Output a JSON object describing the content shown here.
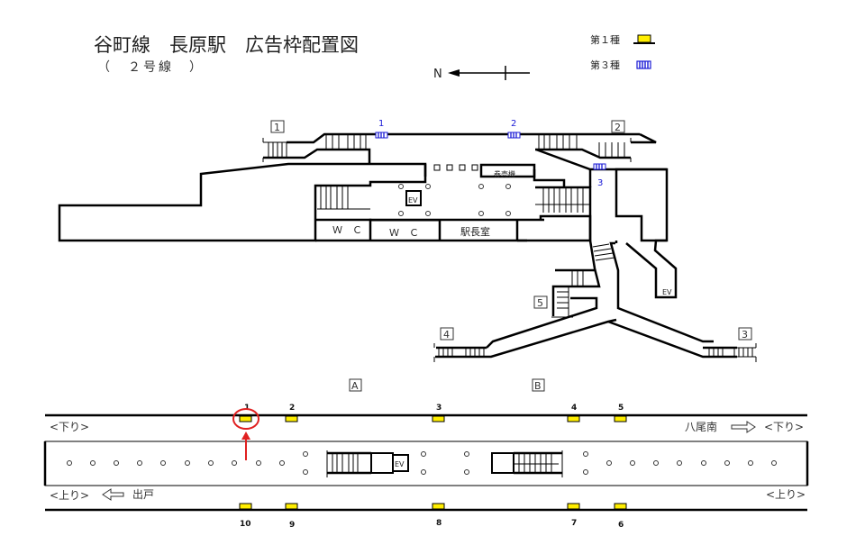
{
  "header": {
    "title": "谷町線　長原駅　広告枠配置図",
    "subtitle": "（　２号線　）",
    "north_label": "N"
  },
  "legend": {
    "items": [
      {
        "label": "第１種",
        "type": "ad-type-1",
        "color": "#ffee00"
      },
      {
        "label": "第３種",
        "type": "ad-type-3",
        "color": "#1a1ad6"
      }
    ]
  },
  "concourse": {
    "exits": [
      "1",
      "2",
      "3",
      "4",
      "5"
    ],
    "rooms": {
      "ticket_machine": "券売機",
      "wc1": "Ｗ　Ｃ",
      "wc2": "Ｗ　Ｃ",
      "station_master": "駅長室",
      "elevator": "EV",
      "elevator2": "EV"
    },
    "ad_type3_numbers": [
      "1",
      "2",
      "3"
    ]
  },
  "platform": {
    "sections": [
      "A",
      "B"
    ],
    "top_ads": [
      "1",
      "2",
      "3",
      "4",
      "5"
    ],
    "bottom_ads": [
      "10",
      "9",
      "8",
      "7",
      "6"
    ],
    "dir_top_left": "<下り>",
    "dir_top_right_dest": "八尾南",
    "dir_top_right": "<下り>",
    "dir_bottom_left": "<上り>",
    "dir_bottom_left_dest": "出戸",
    "dir_bottom_right": "<上り>",
    "elevator": "EV",
    "highlight_color": "#e02020"
  }
}
